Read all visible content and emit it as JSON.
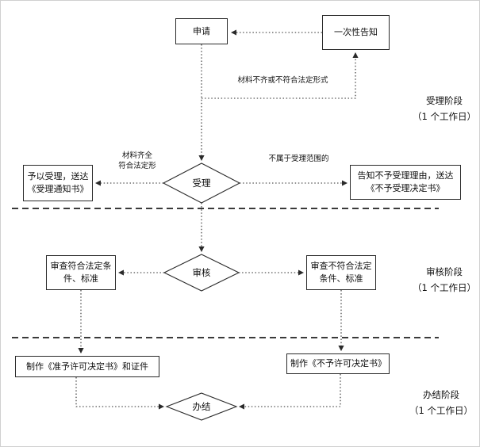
{
  "diagram": {
    "type": "flowchart",
    "nodes": {
      "apply": "申请",
      "notice": "一次性告知",
      "accept": "受理",
      "accept_yes": "予以受理，送达《受理通知书》",
      "accept_no": "告知不予受理理由，送达《不予受理决定书》",
      "review": "审核",
      "review_pass": "审查符合法定条件、标准",
      "review_fail": "审查不符合法定条件、标准",
      "make_permit": "制作《准予许可决定书》和证件",
      "make_denial": "制作《不予许可决定书》",
      "finish": "办结"
    },
    "edge_labels": {
      "incomplete": [
        "材料不齐或不符合法定形式"
      ],
      "complete": [
        "材料齐全",
        "符合法定形"
      ],
      "out_of_scope": [
        "不属于受理范围的"
      ]
    },
    "stages": [
      {
        "name": "受理阶段",
        "duration": "（1 个工作日）"
      },
      {
        "name": "审核阶段",
        "duration": "（1 个工作日）"
      },
      {
        "name": "办结阶段",
        "duration": "（1 个工作日）"
      }
    ],
    "edges": [
      {
        "from": "notice",
        "to": "apply",
        "style": "dotted"
      },
      {
        "from": "apply",
        "to": "accept",
        "style": "dotted"
      },
      {
        "from": "accept",
        "to": "notice",
        "style": "dotted",
        "label_key": "incomplete"
      },
      {
        "from": "accept",
        "to": "accept_yes",
        "style": "dotted",
        "label_key": "complete"
      },
      {
        "from": "accept",
        "to": "accept_no",
        "style": "dotted",
        "label_key": "out_of_scope"
      },
      {
        "from": "accept",
        "to": "review",
        "style": "dotted"
      },
      {
        "from": "review",
        "to": "review_pass",
        "style": "dotted"
      },
      {
        "from": "review",
        "to": "review_fail",
        "style": "dotted"
      },
      {
        "from": "review_pass",
        "to": "make_permit",
        "style": "dotted"
      },
      {
        "from": "review_fail",
        "to": "make_denial",
        "style": "dotted"
      },
      {
        "from": "make_permit",
        "to": "finish",
        "style": "dotted"
      },
      {
        "from": "make_denial",
        "to": "finish",
        "style": "dotted"
      }
    ],
    "colors": {
      "line": "#2a2a2a",
      "node_border": "#2a2a2a",
      "node_fill": "#ffffff",
      "text": "#101010",
      "background": "#ffffff"
    }
  }
}
